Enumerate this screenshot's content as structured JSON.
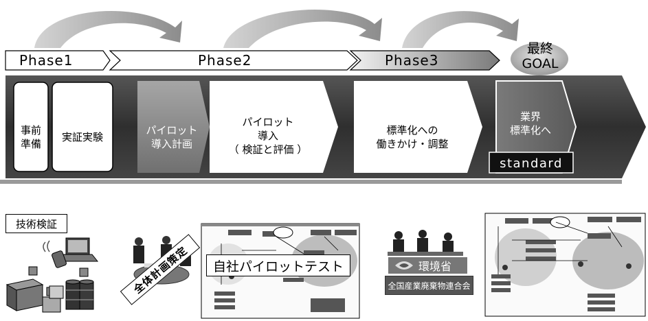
{
  "phases": {
    "phase1": "Phase1",
    "phase2": "Phase2",
    "phase3": "Phase3",
    "goal_line1": "最終",
    "goal_line2": "GOAL"
  },
  "steps": {
    "prep_line1": "事前",
    "prep_line2": "準備",
    "demo": "実証実験",
    "pilot_plan_line1": "パイロット",
    "pilot_plan_line2": "導入計画",
    "pilot_intro_line1": "パイロット",
    "pilot_intro_line2": "導入",
    "pilot_intro_line3": "（ 検証と評価 ）",
    "standardization_line1": "標準化への",
    "standardization_line2": "働きかけ・調整",
    "industry_line1": "業界",
    "industry_line2": "標準化へ",
    "standard_badge": "standard"
  },
  "bottom": {
    "tech_verification": "技術検証",
    "overall_plan": "全体計画策定",
    "pilot_test": "自社パイロットテスト",
    "ministry": "環境省",
    "association": "全国産業廃棄物連合会"
  },
  "colors": {
    "dark_band": "#3b3b3b",
    "pilot_plan_box": "#8a8a8a",
    "goal_box": "#6e6e6e",
    "arc_gray": "#a8a8a8"
  }
}
